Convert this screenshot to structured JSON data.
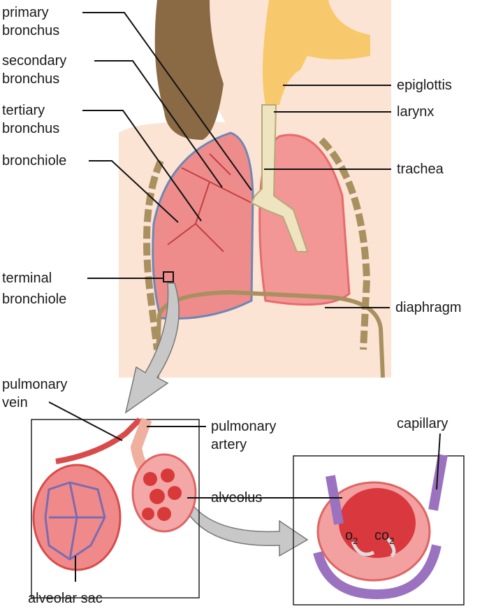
{
  "labels": {
    "primary_bronchus": [
      "primary",
      "bronchus"
    ],
    "secondary_bronchus": [
      "secondary",
      "bronchus"
    ],
    "tertiary_bronchus": [
      "tertiary",
      "bronchus"
    ],
    "bronchiole": "bronchiole",
    "terminal_bronchiole": [
      "terminal",
      "bronchiole"
    ],
    "epiglottis": "epiglottis",
    "larynx": "larynx",
    "trachea": "trachea",
    "diaphragm": "diaphragm",
    "pulmonary_vein": [
      "pulmonary",
      "vein"
    ],
    "pulmonary_artery": [
      "pulmonary",
      "artery"
    ],
    "alveolus": "alveolus",
    "capillary": "capillary",
    "alveolar_sac": "alveolar sac",
    "o2": {
      "base": "o",
      "sub": "2"
    },
    "co2": {
      "base": "co",
      "sub": "2"
    }
  },
  "colors": {
    "skin": "#fbe4d4",
    "hair": "#8a6a45",
    "lung": "#ee8c8c",
    "lung_outline_left": "#6f86b4",
    "airway": "#f8c96c",
    "trachea": "#efe4c0",
    "diaphragm": "#a99060",
    "capillary": "#9a72c0",
    "arrow": "#c8c8c8"
  }
}
